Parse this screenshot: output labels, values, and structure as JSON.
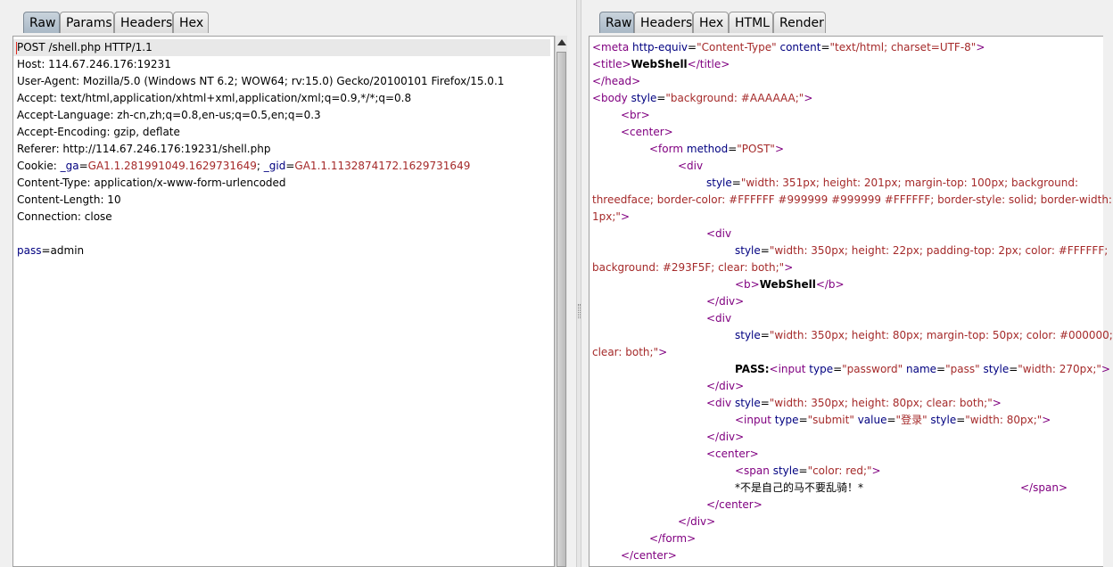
{
  "request": {
    "tabs": [
      "Raw",
      "Params",
      "Headers",
      "Hex"
    ],
    "active_tab": "Raw",
    "lines": [
      "POST /shell.php HTTP/1.1",
      "Host: 114.67.246.176:19231",
      "User-Agent: Mozilla/5.0 (Windows NT 6.2; WOW64; rv:15.0) Gecko/20100101 Firefox/15.0.1",
      "Accept: text/html,application/xhtml+xml,application/xml;q=0.9,*/*;q=0.8",
      "Accept-Language: zh-cn,zh;q=0.8,en-us;q=0.5,en;q=0.3",
      "Accept-Encoding: gzip, deflate",
      "Referer: http://114.67.246.176:19231/shell.php",
      "Cookie: _ga=GA1.1.281991049.1629731649; _gid=GA1.1.1132874172.1629731649",
      "Content-Type: application/x-www-form-urlencoded",
      "Content-Length: 10",
      "Connection: close",
      "",
      "pass=admin"
    ]
  },
  "response": {
    "tabs": [
      "Raw",
      "Headers",
      "Hex",
      "HTML",
      "Render"
    ],
    "active_tab": "Raw",
    "lines": [
      "<meta http-equiv=\"Content-Type\" content=\"text/html; charset=UTF-8\">",
      "<title>WebShell</title>",
      "</head>",
      "<body style=\"background: #AAAAAA;\">",
      "<br>",
      "<center>",
      "<form method=\"POST\">",
      "<div",
      "style=\"width: 351px; height: 201px; margin-top: 100px; background:",
      "threedface; border-color: #FFFFFF #999999 #999999 #FFFFFF; border-style: solid; border-width:",
      "1px;\">",
      "<div",
      "style=\"width: 350px; height: 22px; padding-top: 2px; color: #FFFFFF;",
      "background: #293F5F; clear: both;\">",
      "<b>WebShell</b>",
      "</div>",
      "<div",
      "style=\"width: 350px; height: 80px; margin-top: 50px; color: #000000;",
      "clear: both;\">",
      "PASS:<input type=\"password\" name=\"pass\" style=\"width: 270px;\">",
      "</div>",
      "<div style=\"width: 350px; height: 80px; clear: both;\">",
      "<input type=\"submit\" value=\"登录\" style=\"width: 80px;\">",
      "</div>",
      "<center>",
      "<span style=\"color: red;\">",
      "*不是自己的马不要乱骑！*",
      "</span>",
      "</center>",
      "</div>",
      "</form>",
      "</center>"
    ]
  },
  "colors": {
    "tag": "#800080",
    "attribute": "#000080",
    "value": "#a52a2a",
    "param_name": "#000080",
    "cursor": "#e0281e"
  }
}
